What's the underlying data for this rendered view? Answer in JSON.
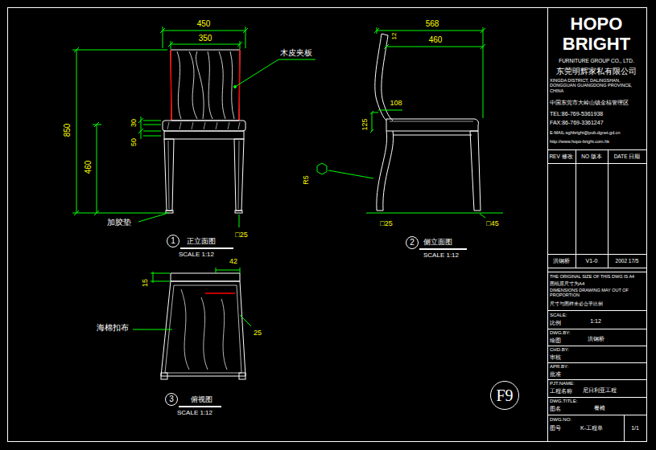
{
  "diagram": {
    "nodes": [
      {
        "text": [
          "1"
        ]
      },
      {
        "text": [
          "2"
        ]
      },
      {
        "text": [
          "3"
        ]
      },
      {
        "text": [
          "F9"
        ]
      }
    ],
    "labels": [
      "450",
      "350",
      "木皮夹板",
      "850",
      "30",
      "50",
      "460",
      "加胶垫",
      "□25",
      "正立面图",
      "SCALE 1:12",
      "568",
      "460",
      "12",
      "108",
      "125",
      "R5",
      "□25",
      "□45",
      "侧立面图",
      "SCALE 1:12",
      "15",
      "42",
      "海棉扣布",
      "25",
      "俯视图",
      "SCALE 1:12",
      "HOPO",
      "BRIGHT",
      "FURNITURE GROUP CO., LTD.",
      "东莞明辉家私有限公司",
      "XINGDA DISTRICT, DALINGSHAN, DONGGUAN GUANGDONG PROVINCE, CHINA",
      "中国东莞市大岭山镇金桔管理区",
      "TEL:86-769-5361938",
      "FAX:86-769-3361247",
      "E-MAIL:sghbright@pub.dgnet.gd.cn",
      "http://www.hopo-bright.com.hk",
      "REV 修改",
      "NO 版本",
      "DATE 日期",
      "洪钢桥",
      "V1-0",
      "2002 17/5",
      "THE ORIGINAL SIZE OF THIS DWG IS A4",
      "图纸原尺寸为A4",
      "DIMENSIONS DRAWING MAY OUT OF PROPORTION",
      "尺寸与图样未必合乎比例",
      "SCALE:",
      "比例",
      "1:12",
      "DWG.BY:",
      "绘图",
      "洪钢桥",
      "CHD.BY:",
      "审核",
      "APR.BY:",
      "批准",
      "PJT.NAME:",
      "工程名称",
      "尼日利亚工程",
      "DWG.TITLE:",
      "图名",
      "餐椅",
      "DWG.NO:",
      "图号",
      "K-工程单",
      "1/1"
    ]
  }
}
